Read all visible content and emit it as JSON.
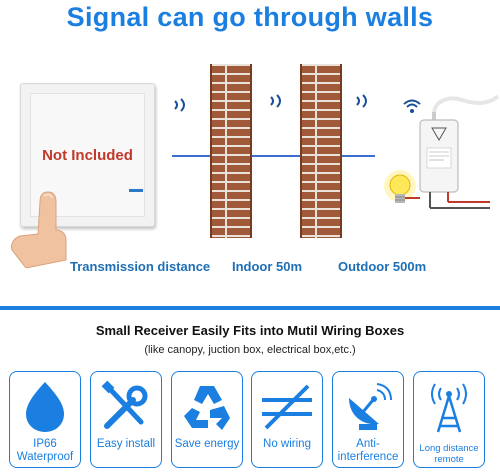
{
  "headline": "Signal can go through walls",
  "switch": {
    "badge": "Not Included"
  },
  "labels": {
    "transmission": "Transmission distance",
    "indoor": "Indoor 50m",
    "outdoor": "Outdoor 500m"
  },
  "section": {
    "title": "Small Receiver Easily Fits into Mutil Wiring Boxes",
    "note": "(like canopy, juction box, electrical box,etc.)"
  },
  "features": [
    {
      "icon": "water-drop-icon",
      "line1": "IP66",
      "line2": "Waterproof"
    },
    {
      "icon": "wrench-screwdriver-icon",
      "line1": "Easy install",
      "line2": ""
    },
    {
      "icon": "recycle-icon",
      "line1": "Save energy",
      "line2": ""
    },
    {
      "icon": "no-wiring-icon",
      "line1": "No wiring",
      "line2": ""
    },
    {
      "icon": "satellite-dish-icon",
      "line1": "Anti-",
      "line2": "interference"
    },
    {
      "icon": "signal-tower-icon",
      "line1": "Long distance",
      "line2": "remote"
    }
  ],
  "colors": {
    "accent": "#1a7fe0",
    "badge": "#c0392b",
    "brick": "#a05a3a"
  }
}
